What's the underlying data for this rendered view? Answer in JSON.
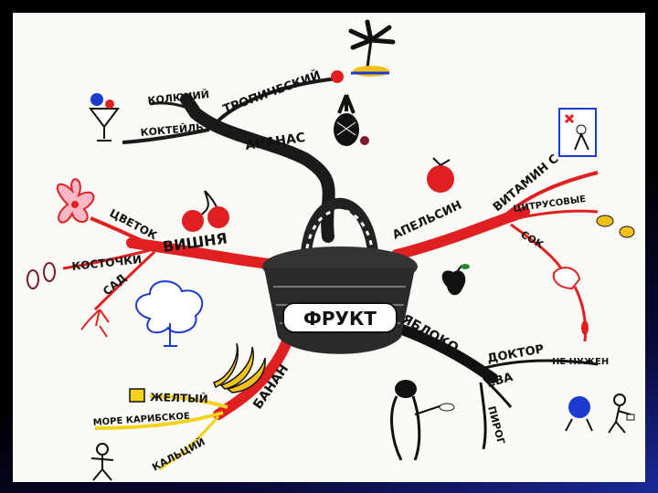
{
  "center": "ФРУКТ",
  "branches": {
    "ananas": "АНАНАС",
    "tropical": "ТРОПИЧЕСКИЙ",
    "prickly": "КОЛЮЧИЙ",
    "cocktail": "КОКТЕЙЛЬ",
    "orange": "АПЕЛЬСИН",
    "vitamin": "ВИТАМИН С",
    "citrus": "ЦИТРУСОВЫЕ",
    "juice": "СОК",
    "cherry": "ВИШНЯ",
    "flower": "ЦВЕТОК",
    "stones": "КОСТОЧКИ",
    "garden": "САД",
    "apple": "ЯБЛОКО",
    "doctor": "ДОКТОР",
    "not_needed": "НЕ НУЖЕН",
    "eva": "ЕВА",
    "pie": "ПИРОГ",
    "banana": "БАНАН",
    "yellow": "ЖЕЛТЫЙ",
    "caribbean": "МОРЕ КАРИБСКОЕ",
    "calcium": "КАЛЬЦИЙ"
  },
  "colors": {
    "ananas_branch": "#1a1a1a",
    "orange_branch": "#e02020",
    "cherry_branch": "#e02020",
    "apple_branch": "#111111",
    "banana_branch": "#e02020",
    "banana_sub": "#f2d21b"
  }
}
